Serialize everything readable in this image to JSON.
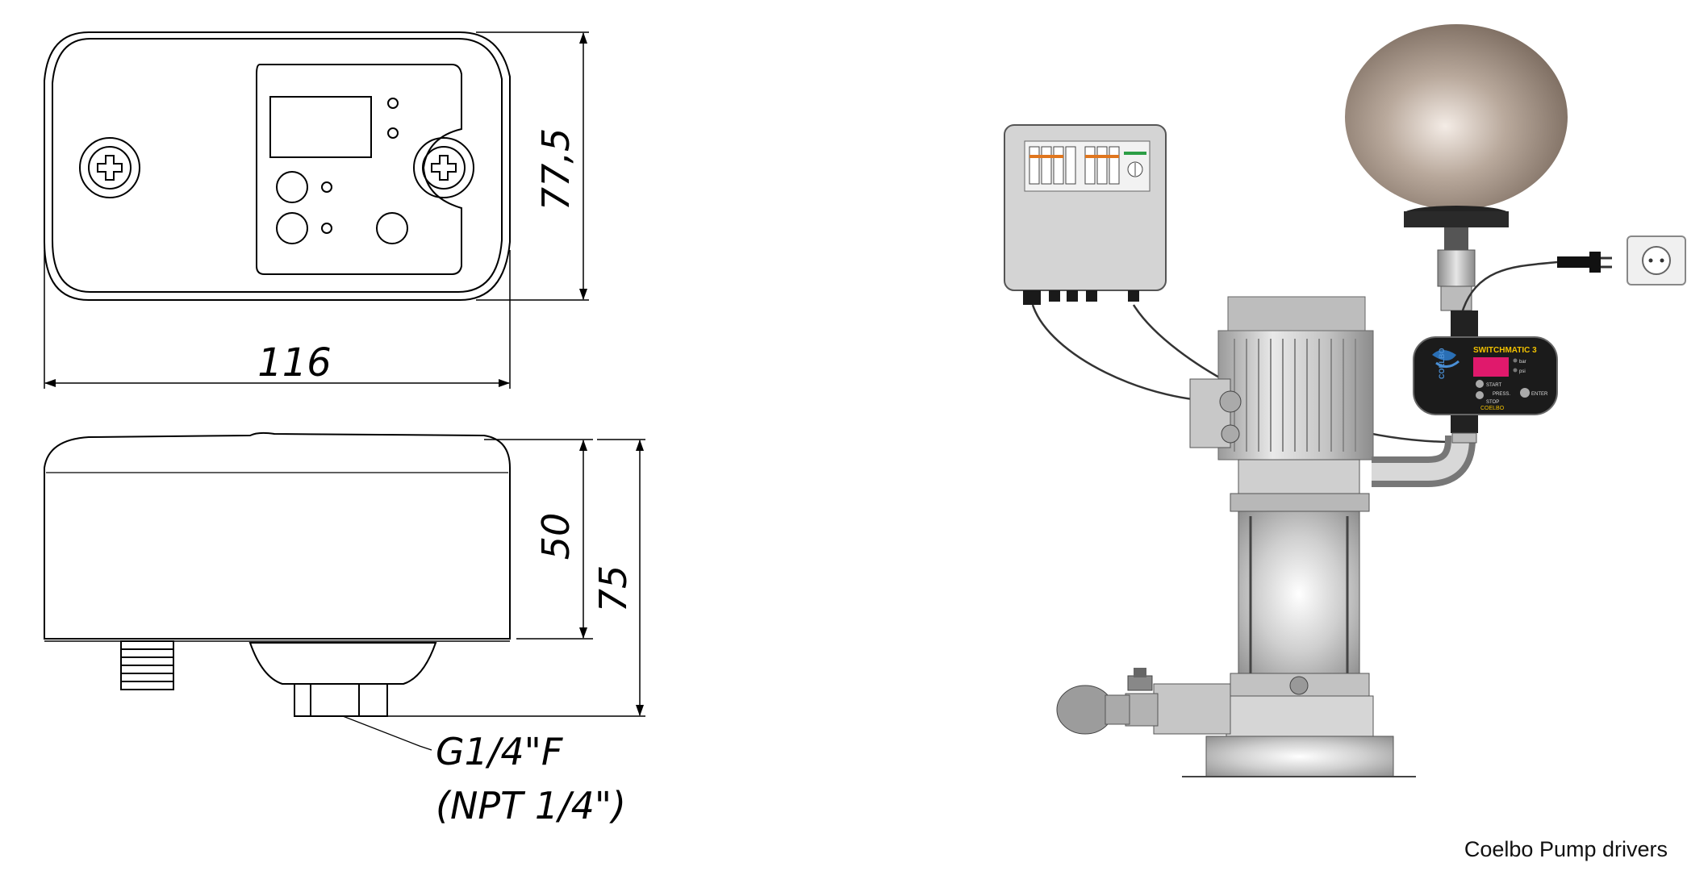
{
  "dimensions": {
    "width": "116",
    "height": "77,5",
    "body_height": "50",
    "total_height": "75",
    "thread": "G1/4\"F",
    "thread_npt": "(NPT 1/4\")"
  },
  "controller": {
    "model": "SWITCHMATIC 3",
    "brand": "COELBO",
    "bar": "bar",
    "psi": "psi",
    "start": "START",
    "stop": "STOP",
    "press": "PRESS.",
    "enter": "ENTER"
  },
  "caption": "Coelbo Pump drivers",
  "colors": {
    "line": "#000000",
    "tank": "#8a7a6e",
    "panel": "#d9d9d9",
    "controller": "#1b1b1b",
    "display": "#e0196c",
    "accent": "#2a6fb5"
  }
}
